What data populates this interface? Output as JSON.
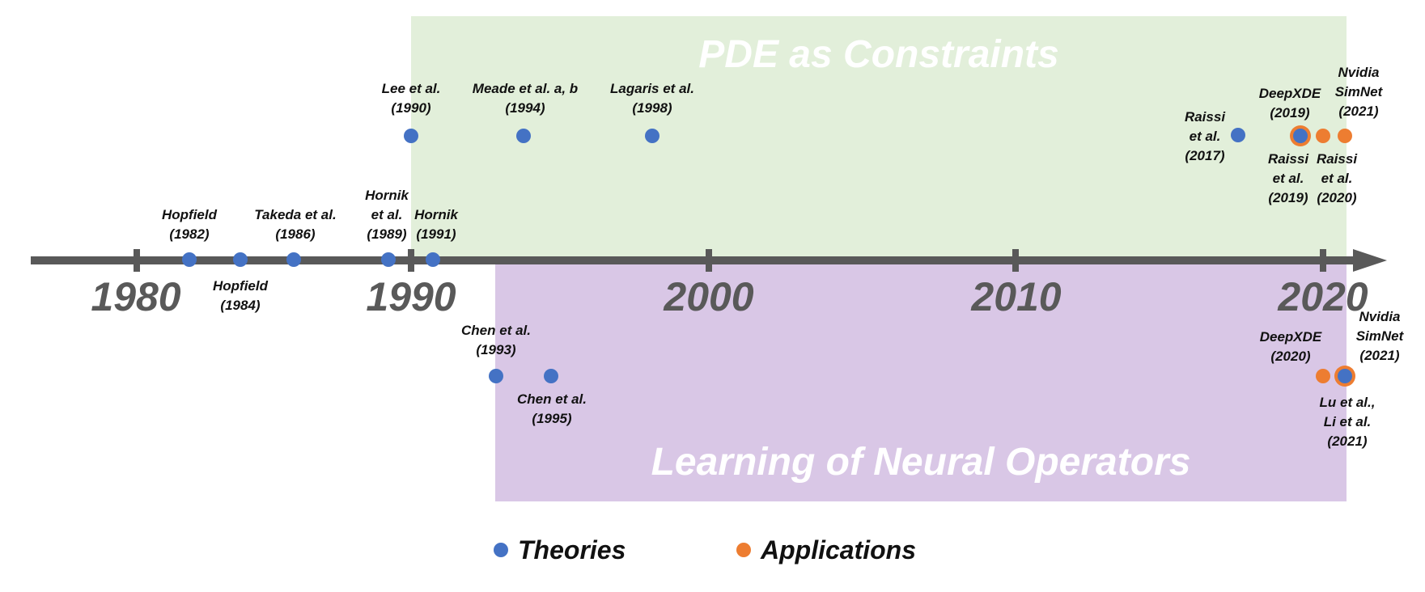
{
  "colors": {
    "theory": "#4472c4",
    "application": "#ed7d31",
    "pde_band": "#e2efda",
    "operator_band": "#d9c7e6",
    "axis": "#595959"
  },
  "bands": {
    "pde_title": "PDE as Constraints",
    "operator_title": "Learning of Neural Operators"
  },
  "axis": {
    "years": [
      "1980",
      "1990",
      "2000",
      "2010",
      "2020"
    ]
  },
  "events": {
    "hopfield_1982": [
      "Hopfield",
      "(1982)"
    ],
    "hopfield_1984": [
      "Hopfield",
      "(1984)"
    ],
    "takeda_1986": [
      "Takeda et al.",
      "(1986)"
    ],
    "hornik_1989": [
      "Hornik",
      "et al.",
      "(1989)"
    ],
    "hornik_1991": [
      "Hornik",
      "(1991)"
    ],
    "lee_1990": [
      "Lee et al.",
      "(1990)"
    ],
    "meade_1994": [
      "Meade et al. a, b",
      "(1994)"
    ],
    "lagaris_1998": [
      "Lagaris et al.",
      "(1998)"
    ],
    "raissi_2017": [
      "Raissi",
      "et al.",
      "(2017)"
    ],
    "deepxde_2019": [
      "DeepXDE",
      "(2019)"
    ],
    "simnet_2021_top": [
      "Nvidia",
      "SimNet",
      "(2021)"
    ],
    "raissi_2019": [
      "Raissi",
      "et al.",
      "(2019)"
    ],
    "raissi_2020": [
      "Raissi",
      "et al.",
      "(2020)"
    ],
    "chen_1993": [
      "Chen et al.",
      "(1993)"
    ],
    "chen_1995": [
      "Chen et al.",
      "(1995)"
    ],
    "deepxde_2020": [
      "DeepXDE",
      "(2020)"
    ],
    "simnet_2021_bottom": [
      "Nvidia",
      "SimNet",
      "(2021)"
    ],
    "lu_li_2021": [
      "Lu et al.,",
      "Li et al.",
      "(2021)"
    ]
  },
  "legend": {
    "theories": "Theories",
    "applications": "Applications"
  }
}
